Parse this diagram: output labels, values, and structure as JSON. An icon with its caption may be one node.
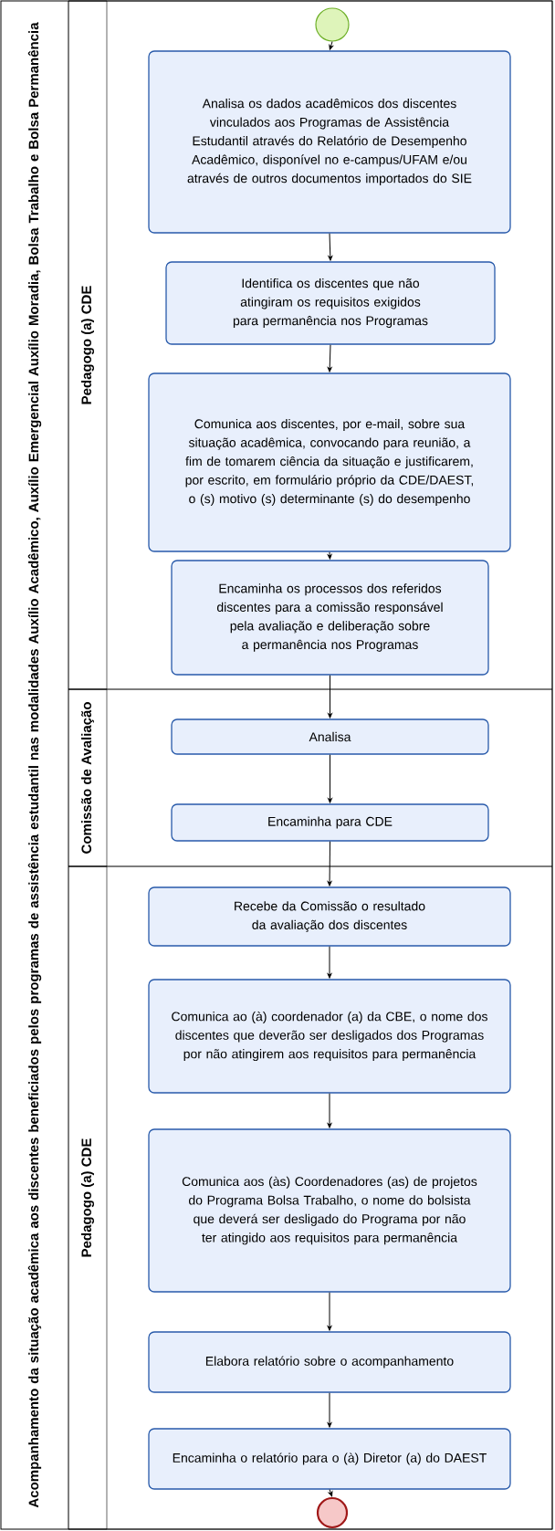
{
  "diagram": {
    "nodes": [
      {
        "text": [
          "Acompanhamento da situação acadêmica aos discentes beneficiados pelos programas de assistência estudantil nas modalidades Auxílio Acadêmico, Auxílio Emergencial Auxílio Moradia, Bolsa Trabalho e Bolsa Permanência"
        ]
      },
      {
        "text": [
          "Pedagogo (a) CDE"
        ],
        "in": 0
      },
      {
        "text": [],
        "shape": "circle",
        "in": 1
      },
      {
        "text": [
          "Analisa os dados acadêmicos dos discentes vinculados aos Programas de Assistência Estudantil através do Relatório de Desempenho Acadêmico, disponível no e-campus/UFAM e/ou através de outros documentos importados do SIE"
        ],
        "in": 1
      },
      {
        "text": [
          "Identifica os discentes que não atingiram os requisitos exigidos para permanência nos Programas"
        ],
        "in": 1
      },
      {
        "text": [
          "Comunica aos discentes, por e-mail, sobre sua situação acadêmica, convocando para reunião, a fim de tomarem ciência da situação e justificarem, por escrito, em formulário próprio da CDE/DAEST, o (s) motivo (s) determinante (s) do desempenho"
        ],
        "in": 1
      },
      {
        "text": [
          "Encaminha os processos dos referidos discentes para a comissão responsável pela avaliação e deliberação sobre a permanência nos Programas"
        ],
        "in": 1
      },
      {
        "text": [
          "Comissão de Avaliação"
        ],
        "in": 0
      },
      {
        "text": [
          "Analisa"
        ],
        "in": 7
      },
      {
        "text": [
          "Encaminha para CDE"
        ],
        "in": 7
      },
      {
        "text": [
          "Pedagogo (a) CDE"
        ],
        "in": 0
      },
      {
        "text": [
          "Recebe da Comissão o resultado da avaliação dos discentes"
        ],
        "in": 10
      },
      {
        "text": [
          "Comunica ao (à) coordenador (a) da CBE, o nome dos discentes que deverão ser desligados dos Programas por não atingirem aos requisitos para permanência"
        ],
        "in": 10
      },
      {
        "text": [
          "Comunica aos (às) Coordenadores (as) de projetos do Programa Bolsa Trabalho, o nome do bolsista que deverá ser desligado do Programa por não ter atingido aos requisitos para permanência"
        ],
        "in": 10
      },
      {
        "text": [
          "Elabora relatório sobre o acompanhamento"
        ],
        "in": 10
      },
      {
        "text": [
          "Encaminha o relatório para o (à) Diretor (a) do DAEST"
        ],
        "in": 10
      },
      {
        "text": [],
        "shape": "circle",
        "in": 10
      }
    ],
    "edges": [
      {
        "from": 2,
        "to": 3,
        "arrow": "to"
      },
      {
        "from": 3,
        "to": 4,
        "arrow": "to"
      },
      {
        "from": 4,
        "to": 5,
        "arrow": "to"
      },
      {
        "from": 5,
        "to": 6,
        "arrow": "to"
      },
      {
        "from": 6,
        "to": 8,
        "arrow": "to"
      },
      {
        "from": 8,
        "to": 9,
        "arrow": "to"
      },
      {
        "from": 9,
        "to": 11,
        "arrow": "to"
      },
      {
        "from": 11,
        "to": 12,
        "arrow": "to"
      },
      {
        "from": 12,
        "to": 13,
        "arrow": "to"
      },
      {
        "from": 13,
        "to": 14,
        "arrow": "to"
      },
      {
        "from": 14,
        "to": 15,
        "arrow": "to"
      },
      {
        "from": 15,
        "to": 16,
        "arrow": "to"
      }
    ]
  }
}
